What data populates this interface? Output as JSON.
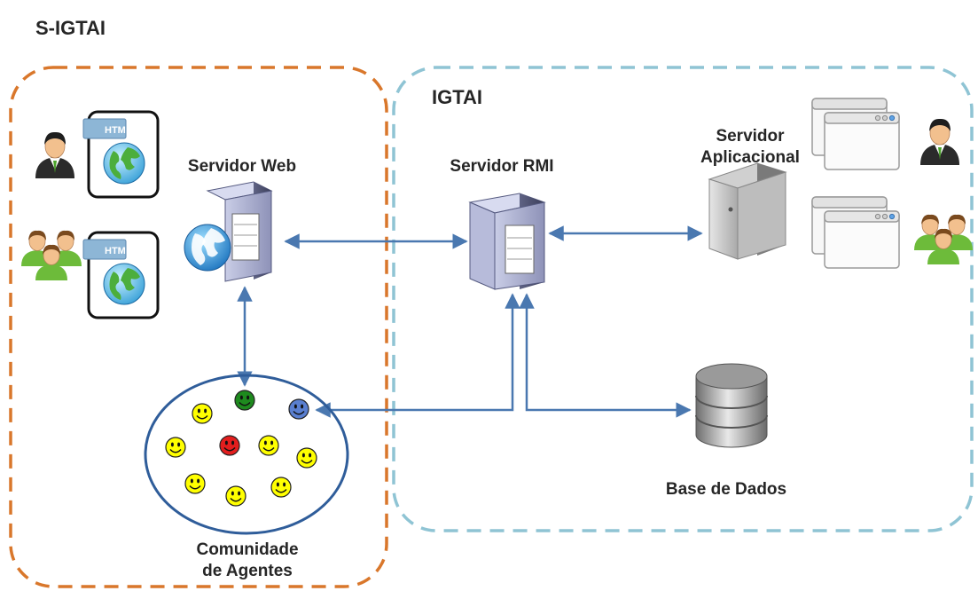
{
  "labels": {
    "s_igtai": "S-IGTAI",
    "igtai": "IGTAI",
    "web_server": "Servidor Web",
    "rmi_server": "Servidor RMI",
    "app_server_line1": "Servidor",
    "app_server_line2": "Aplicacional",
    "database": "Base de Dados",
    "community_line1": "Comunidade",
    "community_line2": "de Agentes",
    "html_tag": "HTML"
  },
  "colors": {
    "s_igtai_border": "#d9772b",
    "igtai_border": "#8fc4d4",
    "arrow": "#4a78b0",
    "agent_yellow": "#ffff00",
    "agent_green": "#1e8a1e",
    "agent_red": "#e31e1e",
    "agent_blue": "#5a7fd0",
    "community_border": "#2f5d9a"
  },
  "icons": [
    "user-icon",
    "users-group-icon",
    "html-globe-document-icon",
    "web-server-icon",
    "rmi-server-icon",
    "app-server-icon",
    "window-stack-icon",
    "database-icon",
    "smiley-agent-icon"
  ]
}
